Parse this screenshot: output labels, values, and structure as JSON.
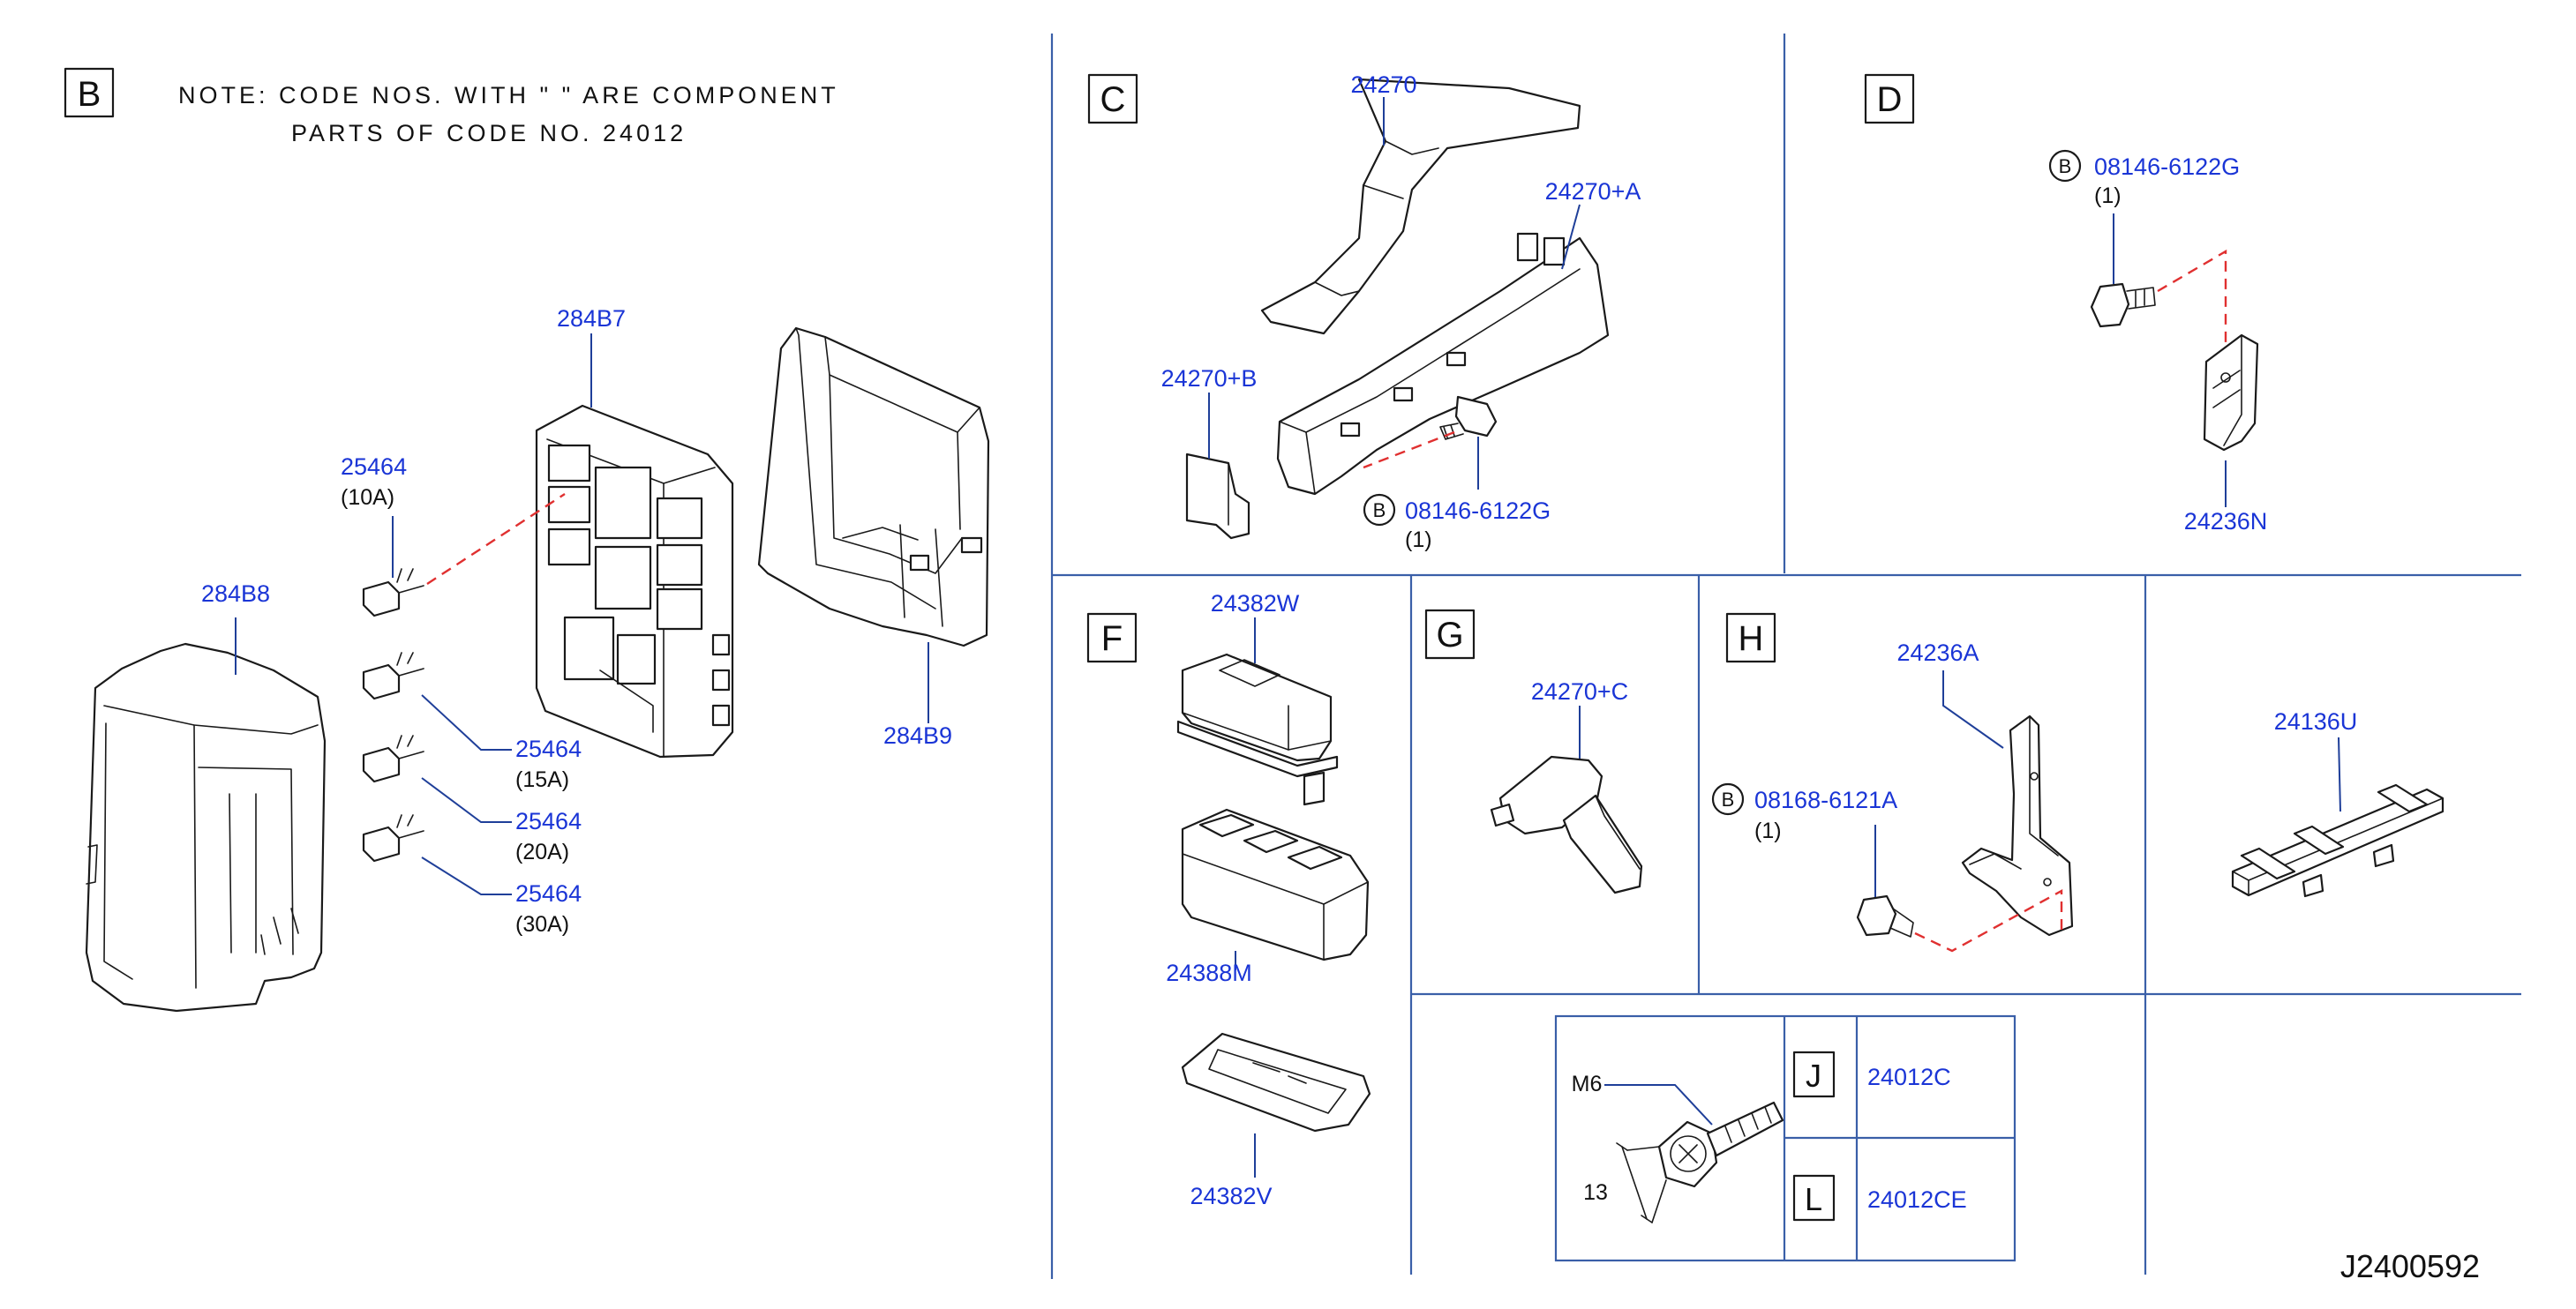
{
  "note": {
    "line1": "NOTE:  CODE  NOS.  WITH  \"        \"  ARE  COMPONENT",
    "line2": "PARTS  OF  CODE  NO.  24012"
  },
  "sections": {
    "B": "B",
    "C": "C",
    "D": "D",
    "F": "F",
    "G": "G",
    "H": "H",
    "J": "J",
    "L": "L"
  },
  "bolt_marker": "B",
  "parts": {
    "p284B7": "284B7",
    "p284B8": "284B8",
    "p284B9": "284B9",
    "fuse_10": "25464",
    "fuse_10_amp": "(10A)",
    "fuse_15": "25464",
    "fuse_15_amp": "(15A)",
    "fuse_20": "25464",
    "fuse_20_amp": "(20A)",
    "fuse_30": "25464",
    "fuse_30_amp": "(30A)",
    "p24270": "24270",
    "p24270A": "24270+A",
    "p24270B": "24270+B",
    "bolt_c": "08146-6122G",
    "bolt_c_qty": "(1)",
    "bolt_d": "08146-6122G",
    "bolt_d_qty": "(1)",
    "p24236N": "24236N",
    "p24382W": "24382W",
    "p24388M": "24388M",
    "p24382V": "24382V",
    "p24270C": "24270+C",
    "p24236A": "24236A",
    "bolt_h": "08168-6121A",
    "bolt_h_qty": "(1)",
    "p24136U": "24136U",
    "m6": "M6",
    "dim13": "13",
    "p24012C": "24012C",
    "p24012CE": "24012CE"
  },
  "drawing_id": "J2400592",
  "colors": {
    "part_number": "#1a35d6",
    "frame": "#3a5fa8",
    "phantom_line": "#e03030",
    "line_art": "#1a1a1a"
  }
}
